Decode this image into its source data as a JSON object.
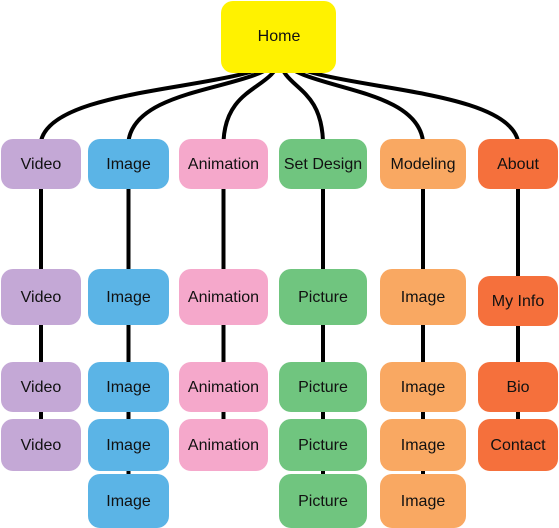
{
  "root": {
    "label": "Home",
    "color": "#FFF200"
  },
  "columns": [
    {
      "id": "video",
      "color": "#C4A8D6",
      "labels": [
        "Video",
        "Video",
        "Video",
        "Video"
      ]
    },
    {
      "id": "image",
      "color": "#5BB4E6",
      "labels": [
        "Image",
        "Image",
        "Image",
        "Image",
        "Image"
      ]
    },
    {
      "id": "animation",
      "color": "#F5A8CB",
      "labels": [
        "Animation",
        "Animation",
        "Animation",
        "Animation"
      ]
    },
    {
      "id": "set-design",
      "color": "#70C57F",
      "labels": [
        "Set Design",
        "Picture",
        "Picture",
        "Picture",
        "Picture"
      ]
    },
    {
      "id": "modeling",
      "color": "#F9A862",
      "labels": [
        "Modeling",
        "Image",
        "Image",
        "Image",
        "Image"
      ]
    },
    {
      "id": "about",
      "color": "#F5703C",
      "labels": [
        "About",
        "My Info",
        "Bio",
        "Contact"
      ]
    }
  ],
  "connector_color": "#000000"
}
